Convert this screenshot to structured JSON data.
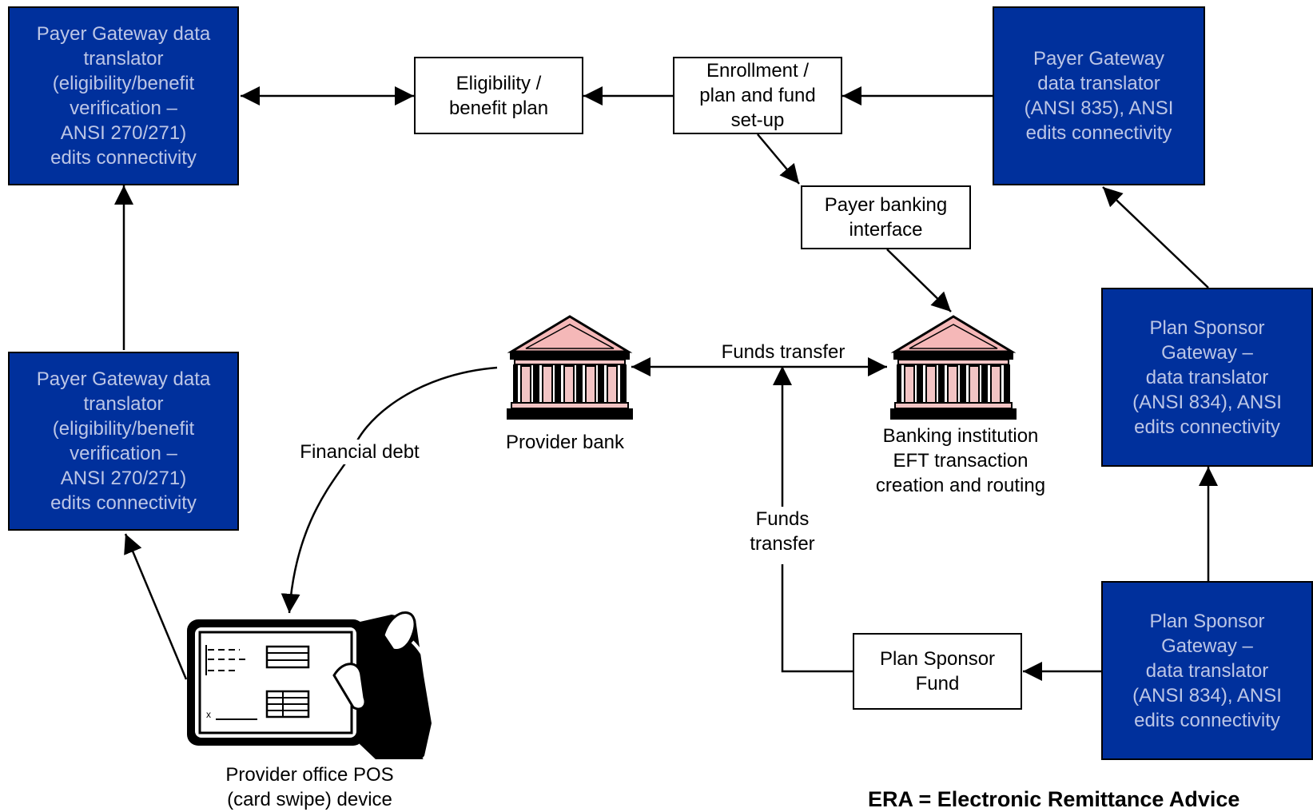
{
  "nodes": {
    "payer_gateway_top": "Payer Gateway data\ntranslator\n(eligibility/benefit\nverification –\nANSI 270/271)\nedits connectivity",
    "payer_gateway_bottom": "Payer Gateway data\ntranslator\n(eligibility/benefit\nverification –\nANSI 270/271)\nedits connectivity",
    "eligibility": "Eligibility /\nbenefit plan",
    "enrollment": "Enrollment /\nplan and fund\nset-up",
    "payer_gateway_835": "Payer Gateway\ndata translator\n(ANSI 835), ANSI\nedits connectivity",
    "payer_banking": "Payer banking\ninterface",
    "plan_sponsor_gateway_top": "Plan Sponsor\nGateway –\ndata translator\n(ANSI 834), ANSI\nedits connectivity",
    "plan_sponsor_gateway_bottom": "Plan Sponsor\nGateway –\ndata translator\n(ANSI 834), ANSI\nedits connectivity",
    "plan_sponsor_fund": "Plan Sponsor\nFund"
  },
  "labels": {
    "provider_bank": "Provider bank",
    "banking_institution": "Banking institution\nEFT transaction\ncreation and routing",
    "funds_transfer_top": "Funds transfer",
    "funds_transfer_vertical": "Funds\ntransfer",
    "financial_debt": "Financial debt",
    "pos_device": "Provider office POS\n(card swipe) device"
  },
  "caption": "ERA = Electronic Remittance Advice",
  "icons": {
    "provider_bank": "bank-building-icon",
    "banking_institution": "bank-building-icon",
    "pos_device": "card-swipe-terminal-icon"
  },
  "colors": {
    "gateway_fill": "#00309c",
    "gateway_text": "#bcc6e6",
    "roof_fill": "#f5b8b8",
    "column_fill": "#f2c4c4"
  }
}
